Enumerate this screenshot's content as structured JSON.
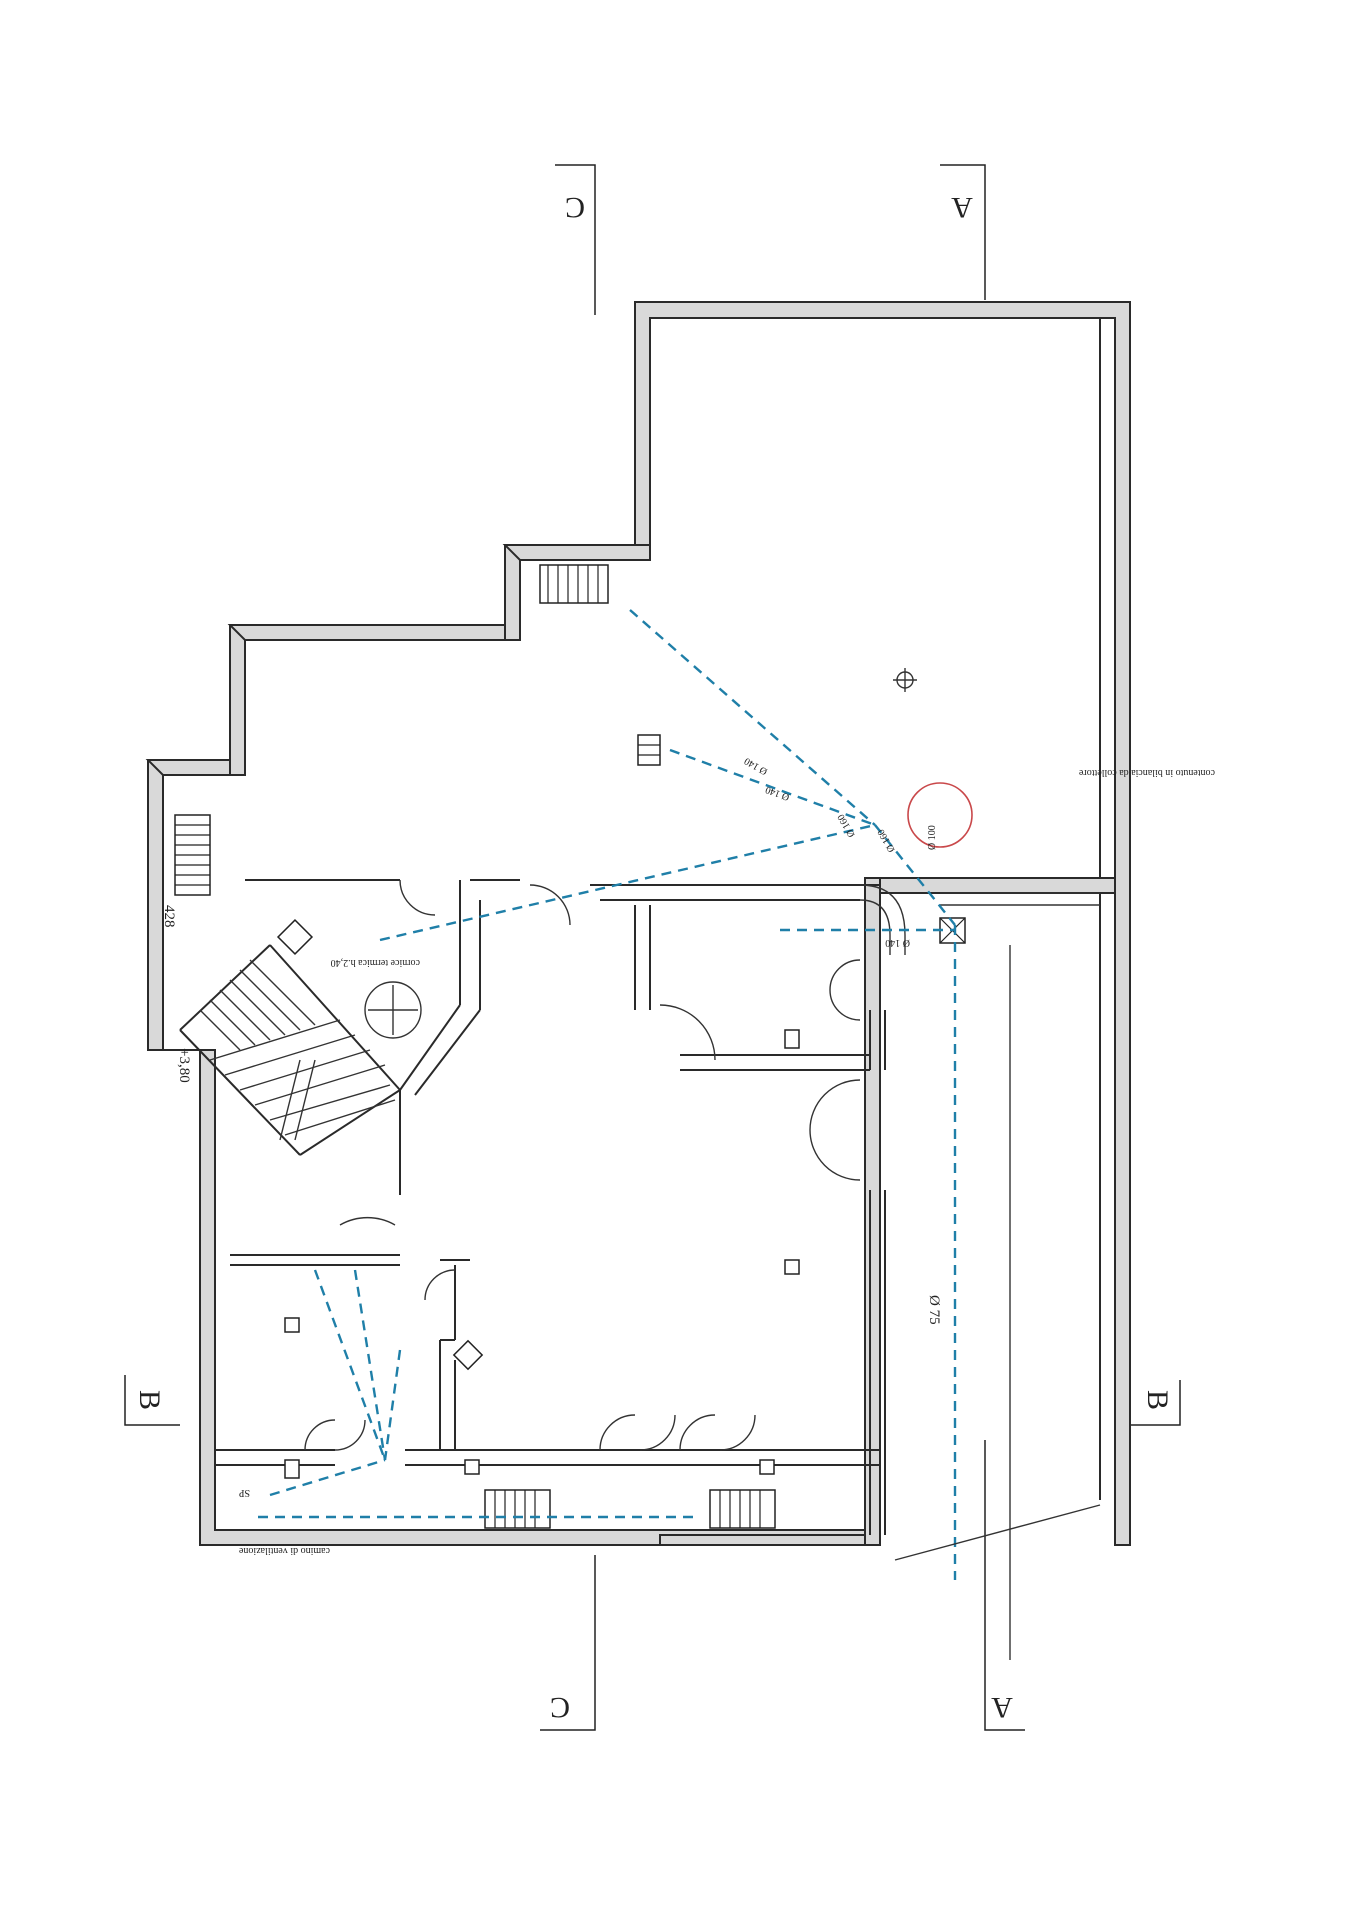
{
  "drawing": {
    "section_marks": {
      "a_top": "A",
      "a_bottom": "A",
      "b_left": "B",
      "b_right": "B",
      "c_top": "C",
      "c_bottom": "C"
    },
    "dimensions": {
      "d_428": "428",
      "d_380": "+3,80",
      "d_75": "Ø 75",
      "d_140a": "Ø 140",
      "d_140b": "Ø 140",
      "d_140c": "Ø 140",
      "d_160a": "Ø 160",
      "d_160b": "Ø 160",
      "d_100": "Ø 100"
    },
    "notes": {
      "sp": "SP",
      "corridor": "cornice termica h.2,40",
      "grid_note": "camino di ventilazione",
      "collector": "contenuto in bilancia da collettore"
    }
  }
}
